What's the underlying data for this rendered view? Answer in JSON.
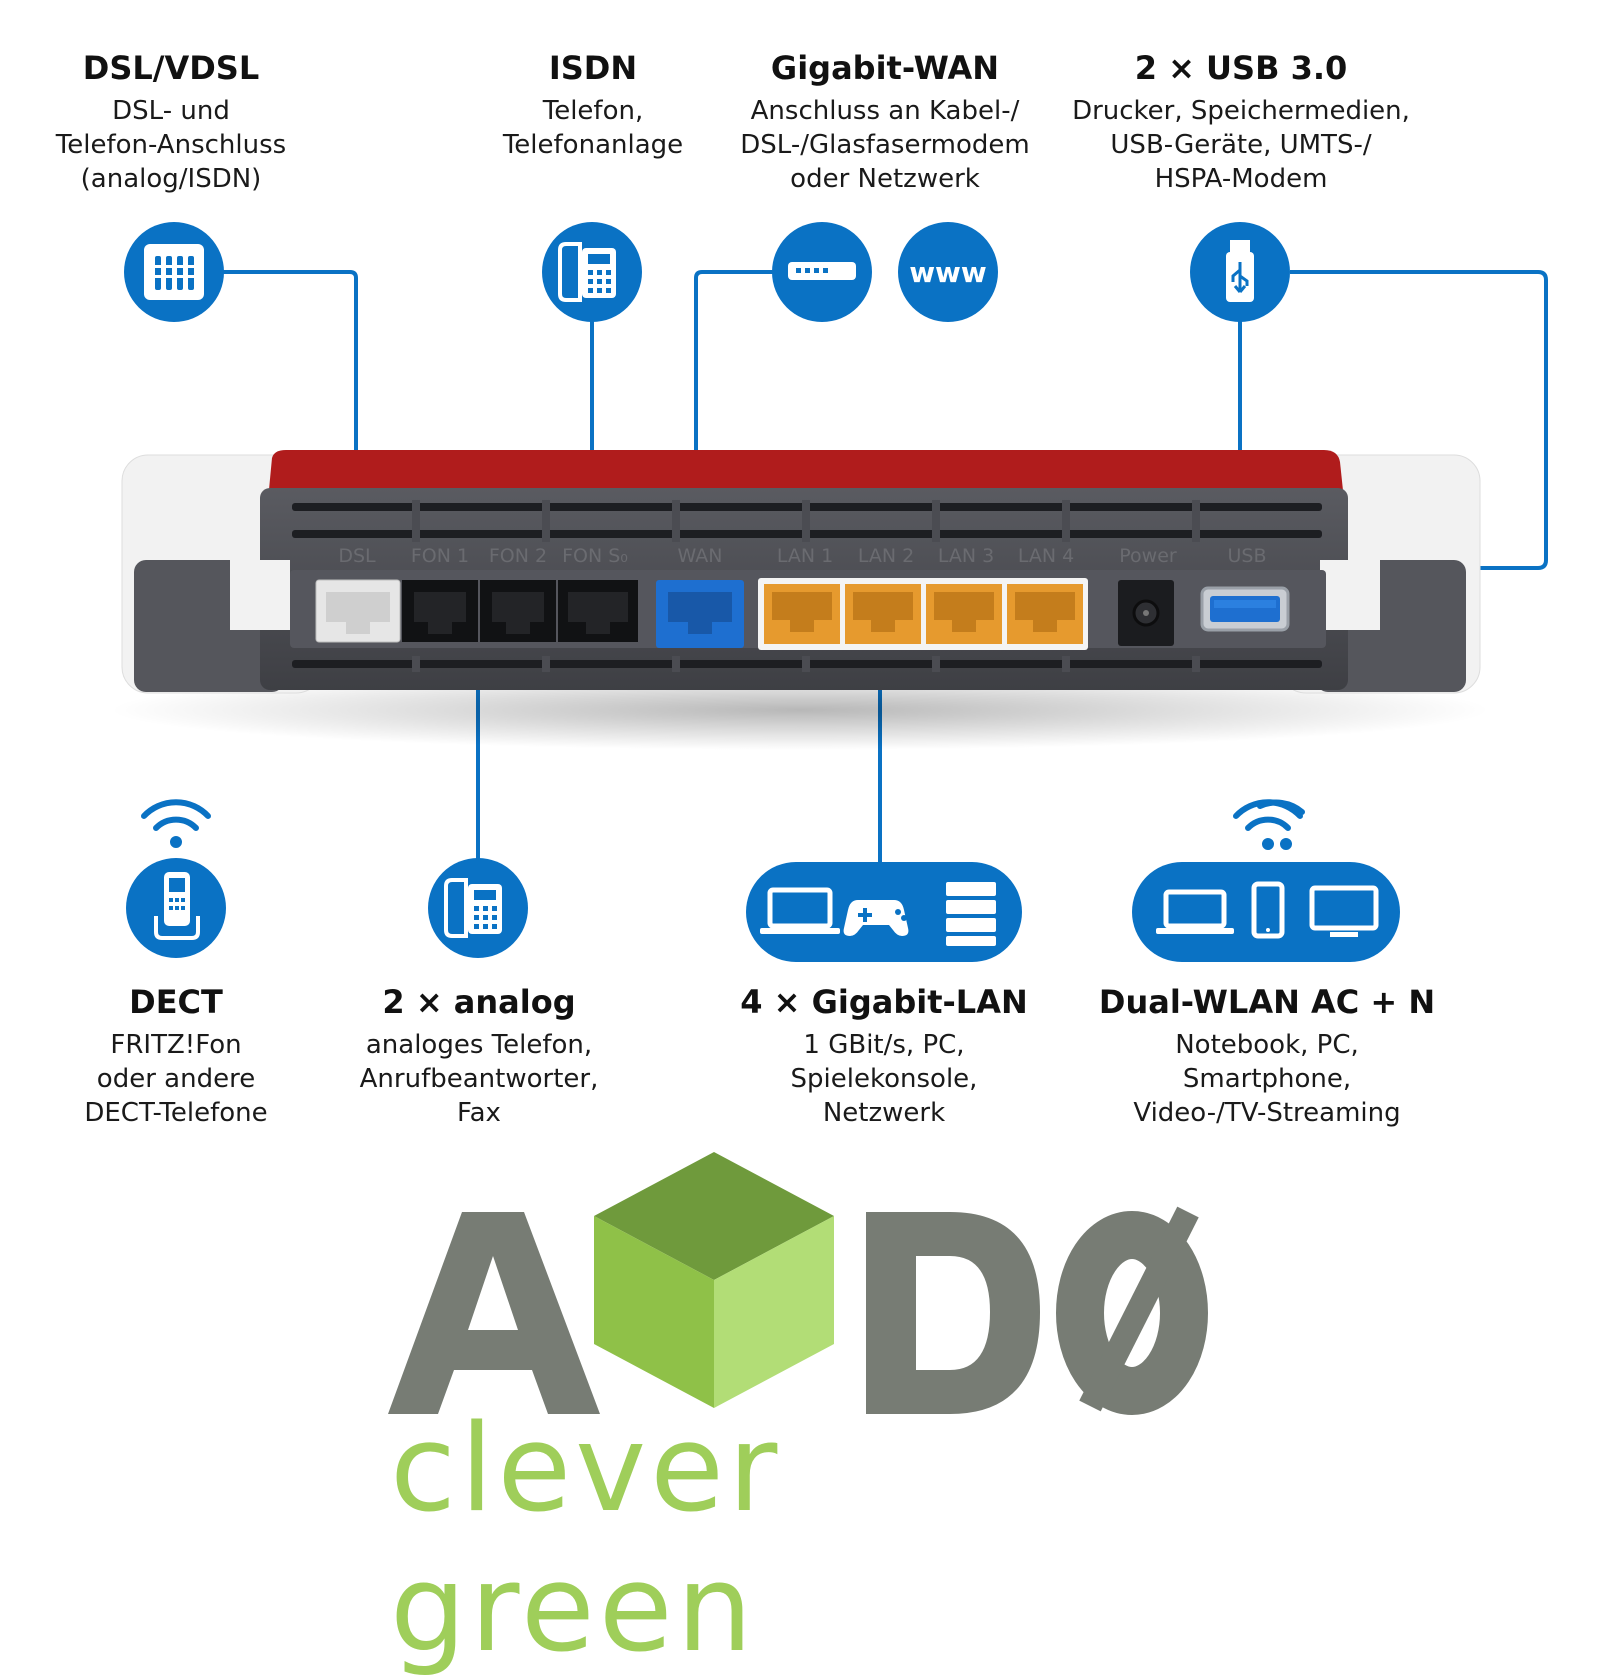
{
  "colors": {
    "accent": "#0a72c4",
    "router_red": "#b01c1c",
    "router_body": "#4b4c52",
    "lan_orange": "#e69a2e",
    "wan_blue": "#1e6fd0",
    "logo_grey": "#777c74",
    "logo_green": "#9fce5a"
  },
  "top_features": [
    {
      "title": "DSL/VDSL",
      "lines": [
        "DSL- und",
        "Telefon-Anschluss",
        "(analog/ISDN)"
      ],
      "icon": "keypad-icon"
    },
    {
      "title": "ISDN",
      "lines": [
        "Telefon,",
        "Telefonanlage"
      ],
      "icon": "desk-phone-icon"
    },
    {
      "title": "Gigabit-WAN",
      "lines": [
        "Anschluss an Kabel-/",
        "DSL-/Glasfasermodem",
        "oder Netzwerk"
      ],
      "icon": "modem-icon",
      "icon2_label": "www"
    },
    {
      "title": "2 × USB 3.0",
      "lines": [
        "Drucker, Speichermedien,",
        "USB-Geräte, UMTS-/",
        "HSPA-Modem"
      ],
      "icon": "usb-stick-icon"
    }
  ],
  "bottom_features": [
    {
      "title": "DECT",
      "lines": [
        "FRITZ!Fon",
        "oder andere",
        "DECT-Telefone"
      ],
      "icon": "cordless-phone-icon"
    },
    {
      "title": "2 × analog",
      "lines": [
        "analoges Telefon,",
        "Anrufbeantworter,",
        "Fax"
      ],
      "icon": "desk-phone-icon"
    },
    {
      "title": "4 × Gigabit-LAN",
      "lines": [
        "1 GBit/s, PC,",
        "Spielekonsole,",
        "Netzwerk"
      ],
      "icon": "laptop-gamepad-server-icon"
    },
    {
      "title": "Dual-WLAN AC + N",
      "lines": [
        "Notebook, PC,",
        "Smartphone,",
        "Video-/TV-Streaming"
      ],
      "icon": "laptop-phone-tv-icon"
    }
  ],
  "port_labels": [
    "DSL",
    "FON 1",
    "FON 2",
    "FON S₀",
    "WAN",
    "LAN 1",
    "LAN 2",
    "LAN 3",
    "LAN 4",
    "Power",
    "USB"
  ],
  "logo": {
    "subtitle": "clever green"
  }
}
